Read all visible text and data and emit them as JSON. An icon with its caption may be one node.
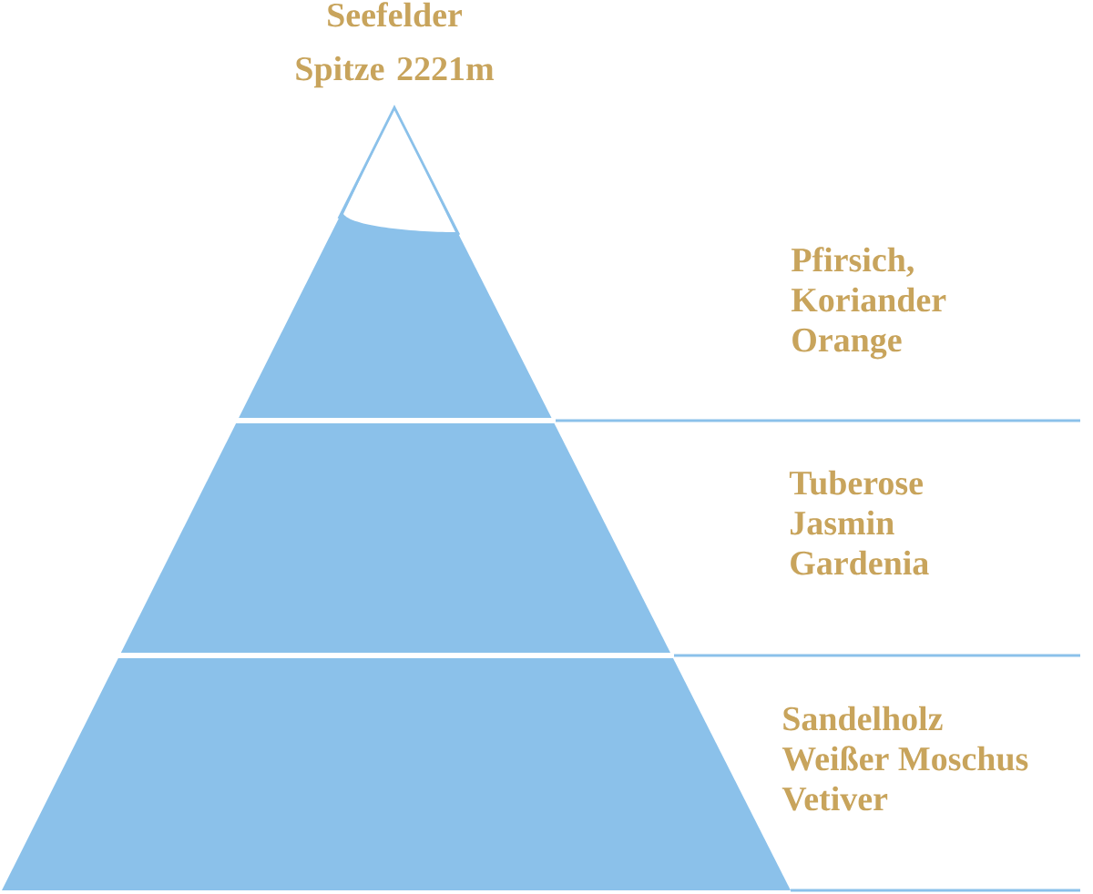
{
  "diagram": {
    "title": "Seefelder Spitze 2221m",
    "nodes": [
      {
        "text": [],
        "shape": "triangle",
        "beside": [
          "Pfirsich,",
          "Koriander",
          "Orange"
        ]
      },
      {
        "text": [],
        "shape": "trapezoid",
        "beside": [
          "Tuberose",
          "Jasmin",
          "Gardenia"
        ]
      },
      {
        "text": [],
        "shape": "trapezoid",
        "beside": [
          "Sandelholz",
          "Weißer Moschus",
          "Vetiver"
        ]
      }
    ]
  }
}
